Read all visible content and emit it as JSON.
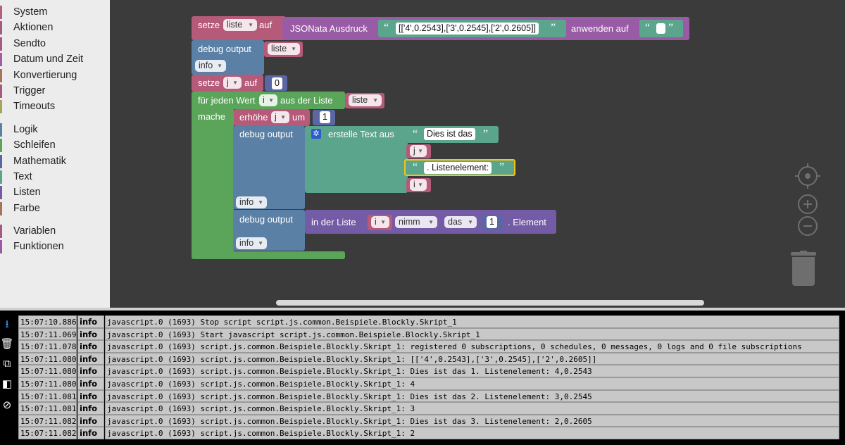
{
  "toolbox": {
    "items": [
      {
        "label": "System",
        "color": "#b5607a"
      },
      {
        "label": "Aktionen",
        "color": "#a55b80"
      },
      {
        "label": "Sendto",
        "color": "#a55b80"
      },
      {
        "label": "Datum und Zeit",
        "color": "#a55ba5"
      },
      {
        "label": "Konvertierung",
        "color": "#a5745b"
      },
      {
        "label": "Trigger",
        "color": "#a55b80"
      },
      {
        "label": "Timeouts",
        "color": "#a5a55b"
      },
      {
        "label": "Logik",
        "color": "#5b80a5"
      },
      {
        "label": "Schleifen",
        "color": "#5ba55b"
      },
      {
        "label": "Mathematik",
        "color": "#5b67a5"
      },
      {
        "label": "Text",
        "color": "#5ba58c"
      },
      {
        "label": "Listen",
        "color": "#745ba5"
      },
      {
        "label": "Farbe",
        "color": "#a5745b"
      },
      {
        "label": "Variablen",
        "color": "#a55b80"
      },
      {
        "label": "Funktionen",
        "color": "#995ba5"
      }
    ]
  },
  "blocks": {
    "set_liste": {
      "setze": "setze",
      "var": "liste",
      "auf": "auf"
    },
    "json": {
      "label": "JSONata Ausdruck",
      "expr": "[['4',0.2543],['3',0.2545],['2',0.2605]]",
      "apply": "anwenden auf",
      "str": ""
    },
    "debug1": {
      "label": "debug output",
      "var": "liste",
      "level": "info"
    },
    "set_j": {
      "setze": "setze",
      "var": "j",
      "auf": "auf",
      "value": "0"
    },
    "foreach": {
      "label": "für jeden Wert",
      "var": "i",
      "from": "aus der Liste",
      "list": "liste",
      "do": "mache"
    },
    "incr": {
      "label": "erhöhe",
      "var": "j",
      "um": "um",
      "value": "1"
    },
    "debug2": {
      "label": "debug output",
      "join": "erstelle Text aus",
      "text1": "Dies ist das",
      "var1": "j",
      "text2": ". Listenelement:",
      "var2": "i",
      "level": "info"
    },
    "debug3": {
      "label": "debug output",
      "inlist": "in der Liste",
      "var": "i",
      "mode": "nimm",
      "where": "das",
      "index": "1",
      "elem": ". Element",
      "level": "info"
    }
  },
  "log": {
    "rows": [
      {
        "time": "15:07:10.886",
        "sev": "info",
        "msg": "javascript.0 (1693) Stop script script.js.common.Beispiele.Blockly.Skript_1"
      },
      {
        "time": "15:07:11.069",
        "sev": "info",
        "msg": "javascript.0 (1693) Start javascript script.js.common.Beispiele.Blockly.Skript_1"
      },
      {
        "time": "15:07:11.078",
        "sev": "info",
        "msg": "javascript.0 (1693) script.js.common.Beispiele.Blockly.Skript_1: registered 0 subscriptions, 0 schedules, 0 messages, 0 logs and 0 file subscriptions"
      },
      {
        "time": "15:07:11.080",
        "sev": "info",
        "msg": "javascript.0 (1693) script.js.common.Beispiele.Blockly.Skript_1: [['4',0.2543],['3',0.2545],['2',0.2605]]"
      },
      {
        "time": "15:07:11.080",
        "sev": "info",
        "msg": "javascript.0 (1693) script.js.common.Beispiele.Blockly.Skript_1: Dies ist das 1. Listenelement: 4,0.2543"
      },
      {
        "time": "15:07:11.080",
        "sev": "info",
        "msg": "javascript.0 (1693) script.js.common.Beispiele.Blockly.Skript_1: 4"
      },
      {
        "time": "15:07:11.081",
        "sev": "info",
        "msg": "javascript.0 (1693) script.js.common.Beispiele.Blockly.Skript_1: Dies ist das 2. Listenelement: 3,0.2545"
      },
      {
        "time": "15:07:11.081",
        "sev": "info",
        "msg": "javascript.0 (1693) script.js.common.Beispiele.Blockly.Skript_1: 3"
      },
      {
        "time": "15:07:11.082",
        "sev": "info",
        "msg": "javascript.0 (1693) script.js.common.Beispiele.Blockly.Skript_1: Dies ist das 3. Listenelement: 2,0.2605"
      },
      {
        "time": "15:07:11.082",
        "sev": "info",
        "msg": "javascript.0 (1693) script.js.common.Beispiele.Blockly.Skript_1: 2"
      }
    ]
  }
}
